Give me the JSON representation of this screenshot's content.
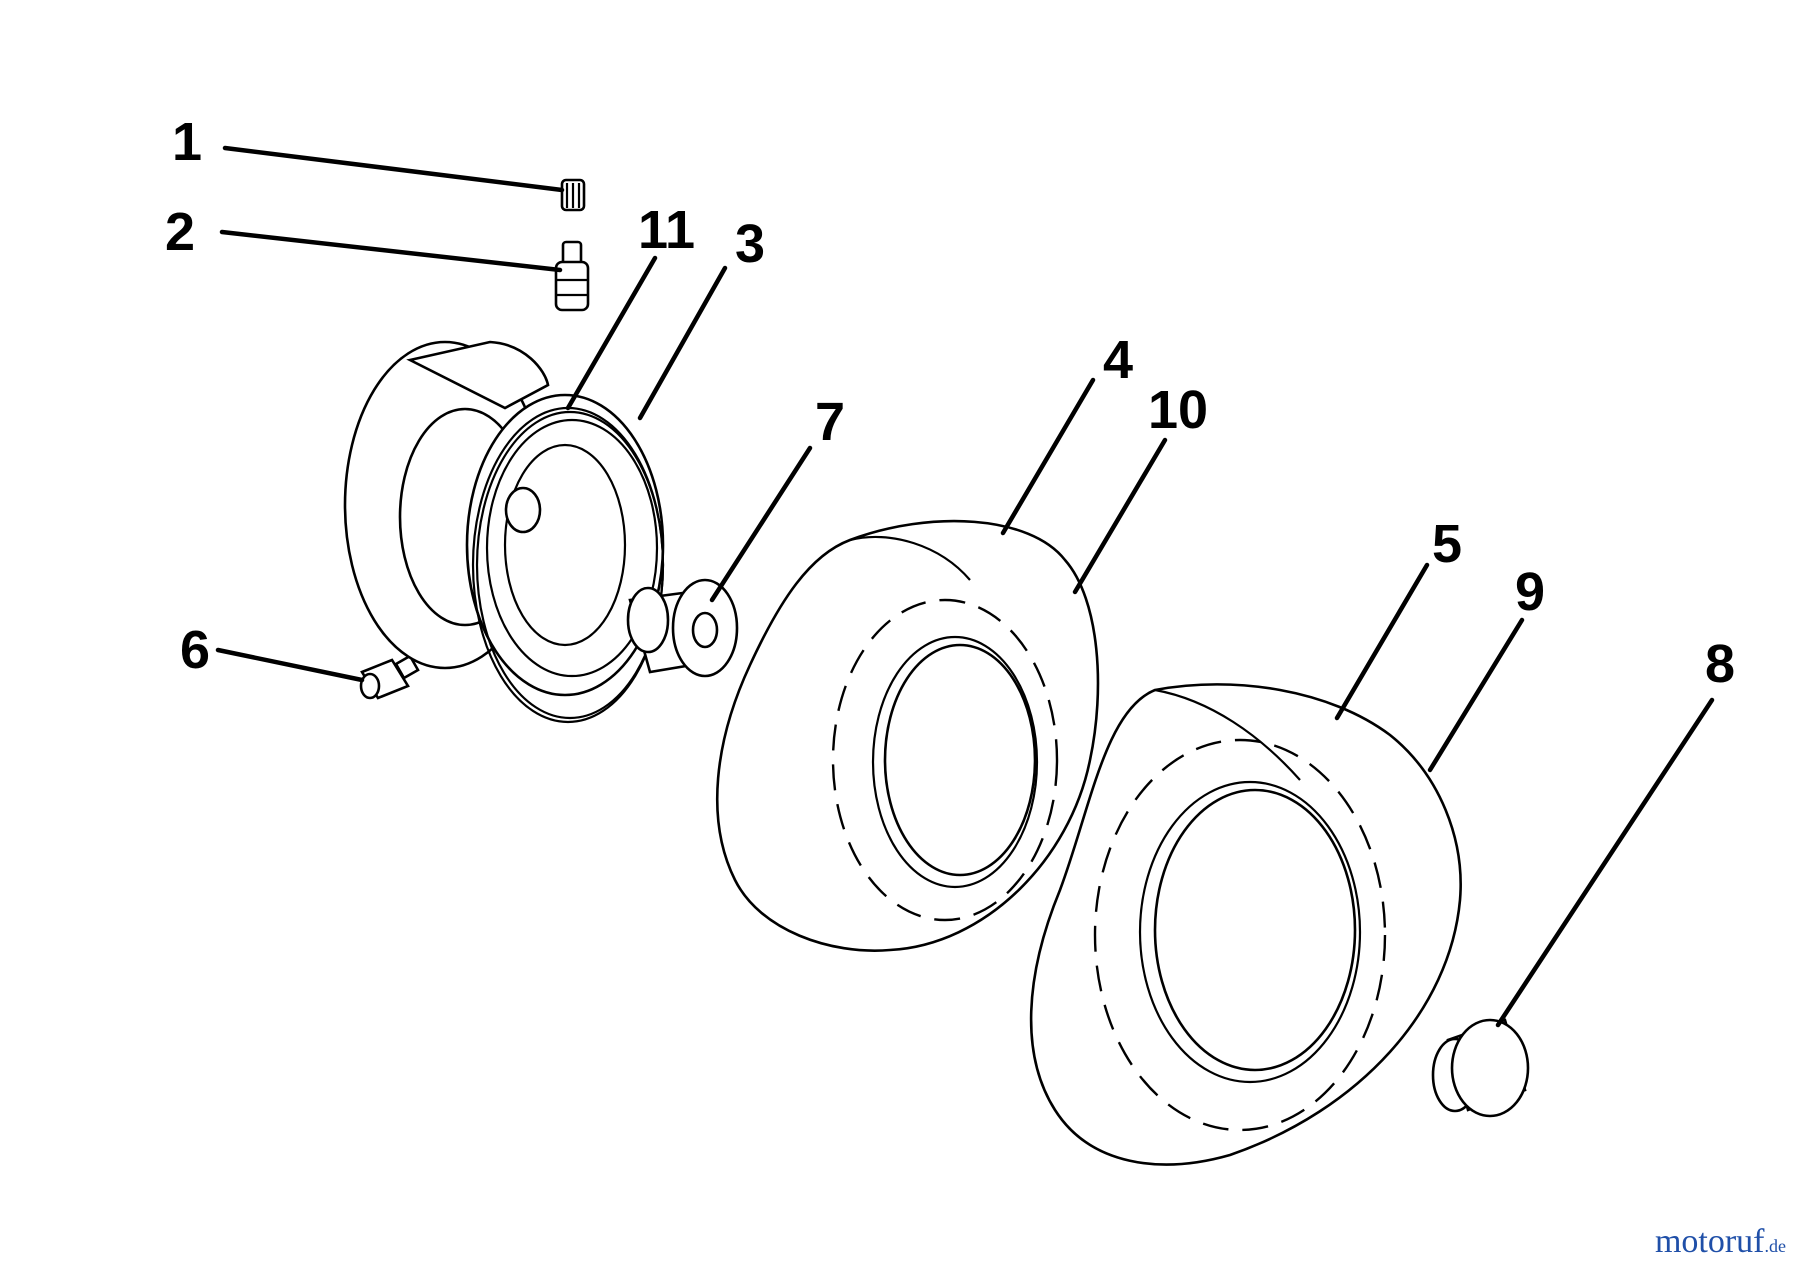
{
  "callouts": [
    {
      "id": "1",
      "label": "1"
    },
    {
      "id": "2",
      "label": "2"
    },
    {
      "id": "3",
      "label": "3"
    },
    {
      "id": "4",
      "label": "4"
    },
    {
      "id": "5",
      "label": "5"
    },
    {
      "id": "6",
      "label": "6"
    },
    {
      "id": "7",
      "label": "7"
    },
    {
      "id": "8",
      "label": "8"
    },
    {
      "id": "9",
      "label": "9"
    },
    {
      "id": "10",
      "label": "10"
    },
    {
      "id": "11",
      "label": "11"
    }
  ],
  "watermark": {
    "brand": "motoruf",
    "tld": ".de"
  }
}
